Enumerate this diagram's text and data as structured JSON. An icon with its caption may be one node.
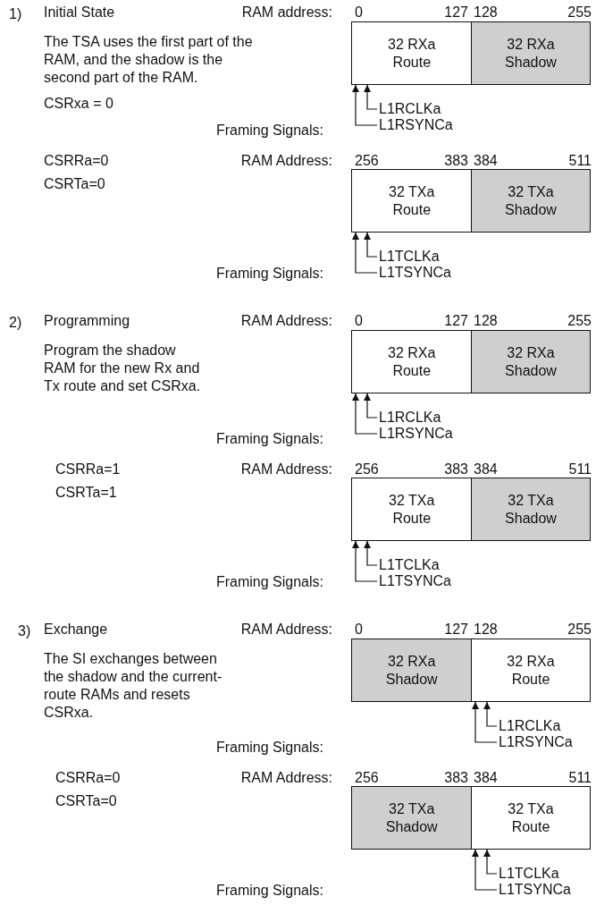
{
  "diagram": {
    "nodes": [
      {
        "text": [
          "32 RXa Route"
        ]
      },
      {
        "text": [
          "32 RXa Shadow"
        ]
      },
      {
        "text": [
          "L1RCLKa"
        ]
      },
      {
        "text": [
          "L1RSYNCa"
        ]
      },
      {
        "text": [
          "32 TXa Route"
        ]
      },
      {
        "text": [
          "32 TXa Shadow"
        ]
      },
      {
        "text": [
          "L1TCLKa"
        ]
      },
      {
        "text": [
          "L1TSYNCa"
        ]
      },
      {
        "text": [
          "32 RXa Route"
        ]
      },
      {
        "text": [
          "32 RXa Shadow"
        ]
      },
      {
        "text": [
          "L1RCLKa"
        ]
      },
      {
        "text": [
          "L1RSYNCa"
        ]
      },
      {
        "text": [
          "32 TXa Route"
        ]
      },
      {
        "text": [
          "32 TXa Shadow"
        ]
      },
      {
        "text": [
          "L1TCLKa"
        ]
      },
      {
        "text": [
          "L1TSYNCa"
        ]
      },
      {
        "text": [
          "32 RXa Shadow"
        ]
      },
      {
        "text": [
          "32 RXa Route"
        ]
      },
      {
        "text": [
          "L1RCLKa"
        ]
      },
      {
        "text": [
          "L1RSYNCa"
        ]
      },
      {
        "text": [
          "32 TXa Shadow"
        ]
      },
      {
        "text": [
          "32 TXa Route"
        ]
      },
      {
        "text": [
          "L1TCLKa"
        ]
      },
      {
        "text": [
          "L1TSYNCa"
        ]
      }
    ],
    "edges": [
      {
        "from": 2,
        "to": 0,
        "arrow": "to"
      },
      {
        "from": 3,
        "to": 0,
        "arrow": "to"
      },
      {
        "from": 6,
        "to": 4,
        "arrow": "to"
      },
      {
        "from": 7,
        "to": 4,
        "arrow": "to"
      },
      {
        "from": 10,
        "to": 8,
        "arrow": "to"
      },
      {
        "from": 11,
        "to": 8,
        "arrow": "to"
      },
      {
        "from": 14,
        "to": 12,
        "arrow": "to"
      },
      {
        "from": 15,
        "to": 12,
        "arrow": "to"
      },
      {
        "from": 18,
        "to": 17,
        "arrow": "to"
      },
      {
        "from": 19,
        "to": 17,
        "arrow": "to"
      },
      {
        "from": 22,
        "to": 21,
        "arrow": "to"
      },
      {
        "from": 23,
        "to": 21,
        "arrow": "to"
      }
    ],
    "labels": [
      "1)",
      "Initial State",
      "RAM address:",
      "0",
      "127",
      "128",
      "255",
      "The TSA uses the first part of the RAM, and the shadow is the second part of the RAM.",
      "CSRxa = 0",
      "Framing Signals:",
      "CSRRa=0",
      "RAM Address:",
      "256",
      "383",
      "384",
      "511",
      "CSRTa=0",
      "Framing Signals:",
      "2)",
      "Programming",
      "RAM Address:",
      "0",
      "127",
      "128",
      "255",
      "Program the shadow RAM for the new Rx and Tx route and set CSRxa.",
      "Framing Signals:",
      "CSRRa=1",
      "RAM Address:",
      "256",
      "383",
      "384",
      "511",
      "CSRTa=1",
      "Framing Signals:",
      "3)",
      "Exchange",
      "RAM Address:",
      "0",
      "127",
      "128",
      "255",
      "The SI exchanges between the shadow and the current-route RAMs and resets CSRxa.",
      "Framing Signals:",
      "CSRRa=0",
      "RAM Address:",
      "256",
      "383",
      "384",
      "511",
      "CSRTa=0",
      "Framing Signals:"
    ]
  }
}
